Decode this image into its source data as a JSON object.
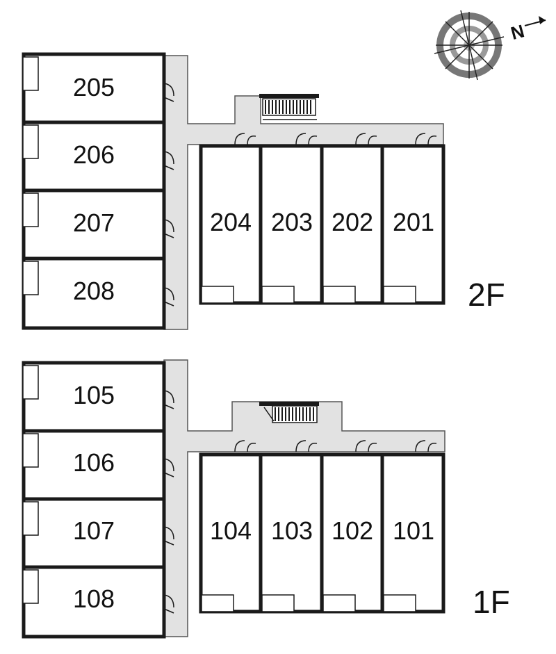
{
  "floors": [
    {
      "label": "2F",
      "side_units": [
        "205",
        "206",
        "207",
        "208"
      ],
      "front_units": [
        "204",
        "203",
        "202",
        "201"
      ]
    },
    {
      "label": "1F",
      "side_units": [
        "105",
        "106",
        "107",
        "108"
      ],
      "front_units": [
        "104",
        "103",
        "102",
        "101"
      ]
    }
  ],
  "compass": {
    "label": "N"
  },
  "colors": {
    "wall": "#1a1a1a",
    "corridor": "#e2e2e2",
    "corridor_edge": "#555555"
  }
}
